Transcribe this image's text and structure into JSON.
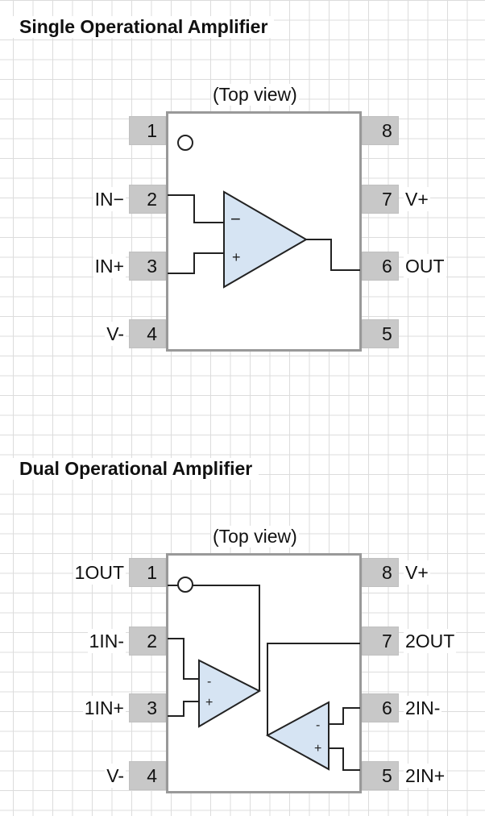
{
  "single": {
    "title": "Single Operational Amplifier",
    "top_view": "(Top view)",
    "pins": [
      {
        "num": "1",
        "label": ""
      },
      {
        "num": "2",
        "label": "IN−"
      },
      {
        "num": "3",
        "label": "IN+"
      },
      {
        "num": "4",
        "label": "V-"
      },
      {
        "num": "5",
        "label": ""
      },
      {
        "num": "6",
        "label": "OUT"
      },
      {
        "num": "7",
        "label": "V+"
      },
      {
        "num": "8",
        "label": ""
      }
    ],
    "amp": {
      "minus": "−",
      "plus": "+"
    }
  },
  "dual": {
    "title": "Dual Operational Amplifier",
    "top_view": "(Top view)",
    "pins": [
      {
        "num": "1",
        "label": "1OUT"
      },
      {
        "num": "2",
        "label": "1IN-"
      },
      {
        "num": "3",
        "label": "1IN+"
      },
      {
        "num": "4",
        "label": "V-"
      },
      {
        "num": "5",
        "label": "2IN+"
      },
      {
        "num": "6",
        "label": "2IN-"
      },
      {
        "num": "7",
        "label": "2OUT"
      },
      {
        "num": "8",
        "label": "V+"
      }
    ],
    "amp1": {
      "minus": "-",
      "plus": "+"
    },
    "amp2": {
      "minus": "-",
      "plus": "+"
    }
  },
  "colors": {
    "amp_fill": "#d6e4f3",
    "pin_fill": "#c8c8c8",
    "body_border": "#999999",
    "wire": "#222222"
  }
}
